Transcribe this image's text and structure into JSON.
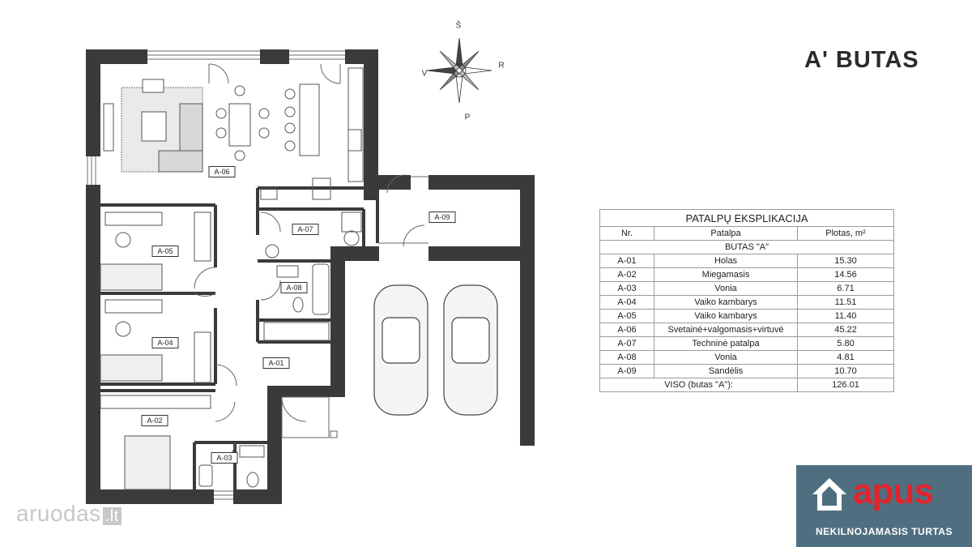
{
  "title": "A' BUTAS",
  "compass": {
    "north": "Š",
    "east": "R",
    "south": "P",
    "west": "V"
  },
  "rooms": [
    {
      "id": "A-06"
    },
    {
      "id": "A-07"
    },
    {
      "id": "A-09"
    },
    {
      "id": "A-05"
    },
    {
      "id": "A-08"
    },
    {
      "id": "A-04"
    },
    {
      "id": "A-01"
    },
    {
      "id": "A-02"
    },
    {
      "id": "A-03"
    }
  ],
  "explication": {
    "caption": "PATALPŲ EKSPLIKACIJA",
    "headers": [
      "Nr.",
      "Patalpa",
      "Plotas, m²"
    ],
    "group": "BUTAS \"A\"",
    "rows": [
      {
        "nr": "A-01",
        "name": "Holas",
        "area": "15.30"
      },
      {
        "nr": "A-02",
        "name": "Miegamasis",
        "area": "14.56"
      },
      {
        "nr": "A-03",
        "name": "Vonia",
        "area": "6.71"
      },
      {
        "nr": "A-04",
        "name": "Vaiko kambarys",
        "area": "11.51"
      },
      {
        "nr": "A-05",
        "name": "Vaiko kambarys",
        "area": "11.40"
      },
      {
        "nr": "A-06",
        "name": "Svetainė+valgomasis+virtuvė",
        "area": "45.22"
      },
      {
        "nr": "A-07",
        "name": "Techninė patalpa",
        "area": "5.80"
      },
      {
        "nr": "A-08",
        "name": "Vonia",
        "area": "4.81"
      },
      {
        "nr": "A-09",
        "name": "Sandėlis",
        "area": "10.70"
      }
    ],
    "total_label": "VISO (butas \"A\"):",
    "total_area": "126.01"
  },
  "brand": {
    "name": "apus",
    "tagline": "NEKILNOJAMASIS TURTAS",
    "color": "#e3232b",
    "panel_color": "#4f6f80"
  },
  "watermark": {
    "text": "aruodas",
    "suffix": ".lt"
  },
  "colors": {
    "wall": "#3a3a3a",
    "line": "#555555"
  }
}
